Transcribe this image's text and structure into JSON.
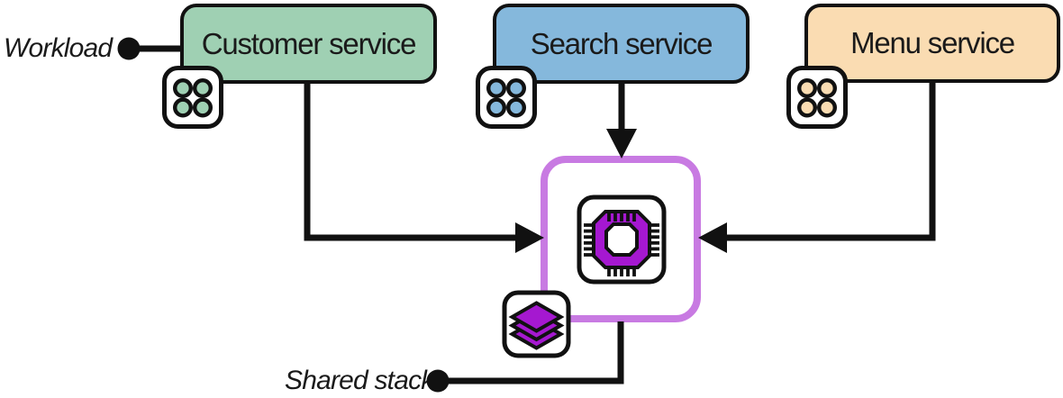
{
  "diagram": {
    "labels": {
      "workload": "Workload",
      "shared_stack": "Shared stack"
    },
    "services": [
      {
        "label": "Customer service",
        "color": "#9fd0b3"
      },
      {
        "label": "Search service",
        "color": "#85b8dc"
      },
      {
        "label": "Menu service",
        "color": "#fadcb2"
      }
    ],
    "shared_stack_node": {
      "border_color": "#c87ae2",
      "icon_color": "#a518d0"
    },
    "line_color": "#111111",
    "text_color": "#1a1a1a",
    "icons": {
      "service_badge": "app-grid-icon",
      "shared_core": "cpu-chip-icon",
      "shared_badge": "layers-icon",
      "connector_ends": "dot",
      "connector_heads": "arrowhead"
    }
  }
}
